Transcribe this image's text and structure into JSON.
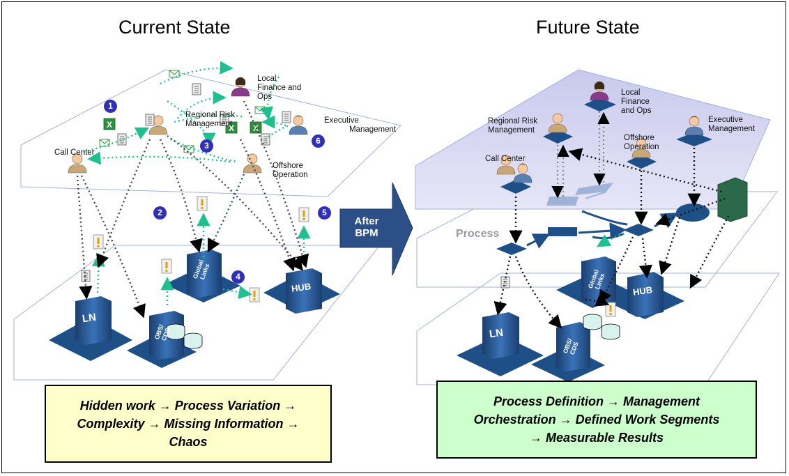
{
  "left": {
    "title": "Current State",
    "labels": {
      "local_finance": [
        "Local",
        "Finance and",
        "Ops"
      ],
      "regional_risk": [
        "Regional Risk",
        "Management"
      ],
      "executive": [
        "Executive",
        "Management"
      ],
      "call_center": "Call Center",
      "offshore": [
        "Offshore",
        "Operation"
      ]
    },
    "numbers": [
      "1",
      "2",
      "3",
      "4",
      "5",
      "6"
    ],
    "servers": {
      "ln": "LN",
      "global": [
        "Global",
        "Links"
      ],
      "obs": [
        "OBS/",
        "CDS"
      ],
      "hub": "HUB"
    },
    "summary": [
      "Hidden work →  Process Variation →",
      "Complexity → Missing Information →",
      "Chaos"
    ]
  },
  "middle": {
    "arrow_label": [
      "After",
      "BPM"
    ]
  },
  "right": {
    "title": "Future State",
    "process_label": "Process",
    "labels": {
      "local_finance": [
        "Local",
        "Finance",
        "and Ops"
      ],
      "regional_risk": [
        "Regional Risk",
        "Management"
      ],
      "executive": [
        "Executive",
        "Management"
      ],
      "call_center": "Call Center",
      "offshore": [
        "Offshore",
        "Operation"
      ]
    },
    "servers": {
      "ln": "LN",
      "global": [
        "Global",
        "Links"
      ],
      "obs": [
        "OBS/",
        "CDS"
      ],
      "hub": "HUB"
    },
    "summary": [
      "Process Definition →  Management",
      "Orchestration → Defined Work Segments",
      "→ Measurable Results"
    ]
  },
  "colors": {
    "server": "#1e4f86",
    "arrow": "#2b4f86",
    "flow_dotted": "#1fbf8f",
    "left_box": "#ffffcc",
    "right_box": "#ccffcc",
    "future_plane": "#d9d9f2",
    "badge": "#2f2fb8"
  }
}
